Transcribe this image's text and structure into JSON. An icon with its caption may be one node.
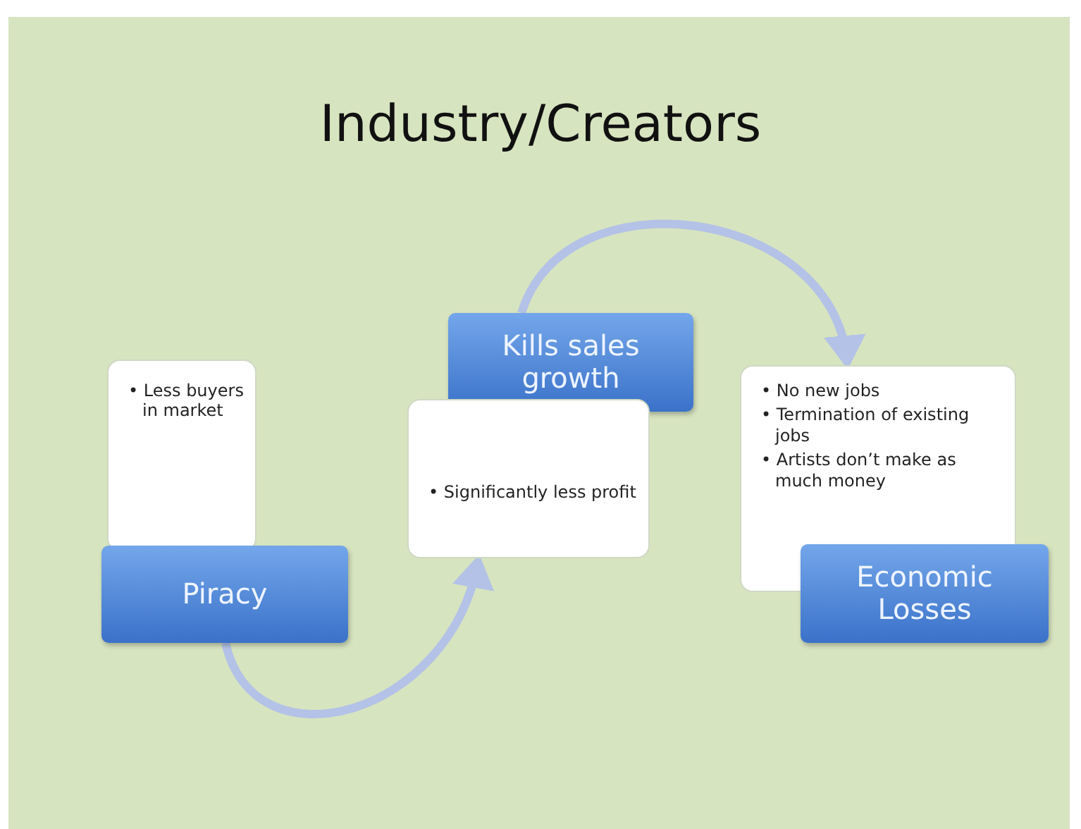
{
  "diagram": {
    "title": "Industry/Creators",
    "nodes": [
      {
        "text": [
          "• Less buyers in market"
        ]
      },
      {
        "text": [
          "Piracy"
        ]
      },
      {
        "text": [
          "Kills sales growth"
        ]
      },
      {
        "text": [
          "• Significantly less profit"
        ]
      },
      {
        "text": [
          "• No new jobs",
          "• Termination of existing jobs",
          "• Artists don’t make as much money"
        ]
      },
      {
        "text": [
          "Economic Losses"
        ]
      }
    ],
    "edges": [
      {
        "from": 1,
        "to": 3,
        "arrow": "to"
      },
      {
        "from": 2,
        "to": 4,
        "arrow": "to"
      }
    ]
  }
}
